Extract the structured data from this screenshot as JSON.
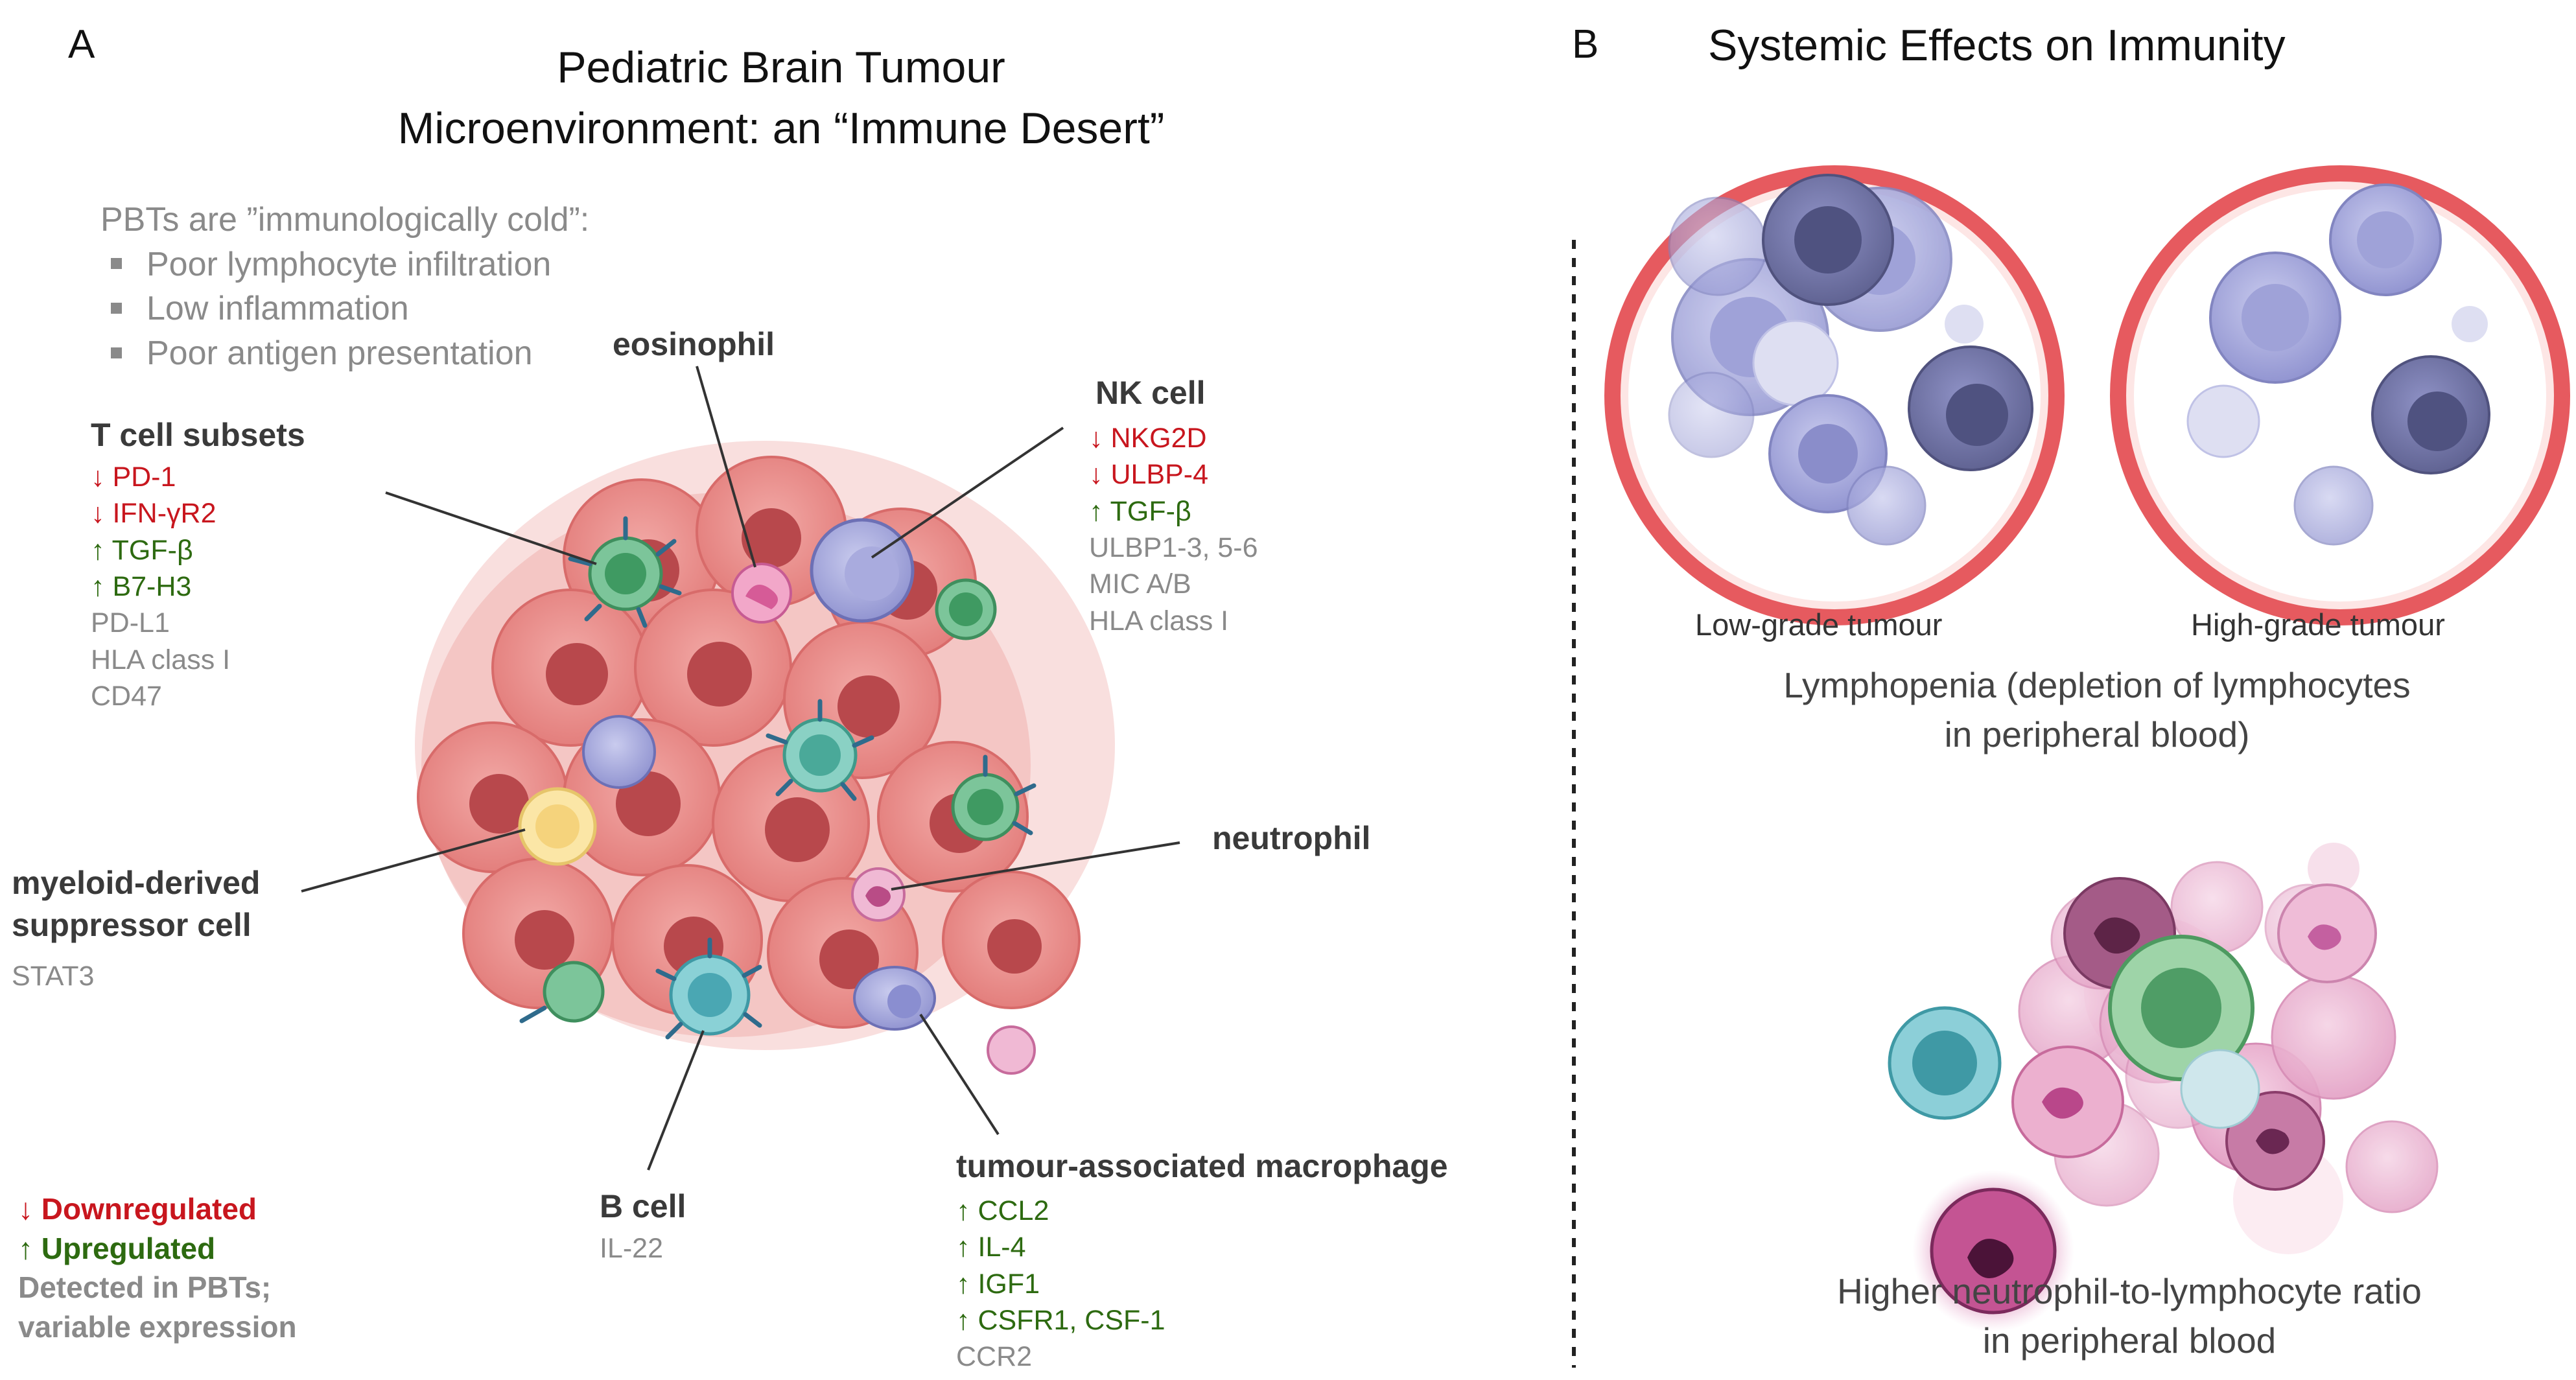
{
  "panel_a": {
    "letter": "A",
    "title_line1": "Pediatric Brain Tumour",
    "title_line2": "Microenvironment: an “Immune Desert”",
    "cold_heading": "PBTs are ”immunologically cold”:",
    "cold_bullets": [
      "Poor lymphocyte infiltration",
      "Low inflammation",
      "Poor antigen presentation"
    ],
    "t_cell": {
      "label": "T cell subsets",
      "down": [
        "↓ PD-1",
        "↓ IFN-γR2"
      ],
      "up": [
        "↑ TGF-β",
        "↑ B7-H3"
      ],
      "detected": [
        "PD-L1",
        "HLA class I",
        "CD47"
      ]
    },
    "eosinophil": {
      "label": "eosinophil"
    },
    "nk_cell": {
      "label": "NK cell",
      "down": [
        "↓ NKG2D",
        "↓ ULBP-4"
      ],
      "up": [
        "↑ TGF-β"
      ],
      "detected": [
        "ULBP1-3, 5-6",
        "MIC A/B",
        "HLA class I"
      ]
    },
    "mdsc": {
      "label_line1": "myeloid-derived",
      "label_line2": "suppressor cell",
      "detected": [
        "STAT3"
      ]
    },
    "neutrophil": {
      "label": "neutrophil"
    },
    "b_cell": {
      "label": "B cell",
      "detected": [
        "IL-22"
      ]
    },
    "tam": {
      "label": "tumour-associated macrophage",
      "up": [
        "↑ CCL2",
        "↑ IL-4",
        "↑ IGF1",
        "↑ CSFR1, CSF-1"
      ],
      "detected": [
        "CCR2"
      ]
    },
    "legend": {
      "down": "↓ Downregulated",
      "up": "↑ Upregulated",
      "detected_line1": "Detected in PBTs;",
      "detected_line2": "variable expression"
    }
  },
  "panel_b": {
    "letter": "B",
    "title": "Systemic Effects on Immunity",
    "vessel_low_label": "Low-grade tumour",
    "vessel_high_label": "High-grade tumour",
    "lymphopenia_line1": "Lymphopenia (depletion of lymphocytes",
    "lymphopenia_line2": "in peripheral blood)",
    "nlr_line1": "Higher neutrophil-to-lymphocyte ratio",
    "nlr_line2": "in peripheral blood"
  },
  "colors": {
    "downregulated": "#c8161e",
    "upregulated": "#2d6a10",
    "detected": "#8a8a8a",
    "tumour_cell": "#e8817f",
    "vessel_wall": "#d9474d",
    "lymphocyte": "#8d90cc",
    "t_cell": "#6fbf86",
    "neutrophil": "#d97aa6"
  }
}
